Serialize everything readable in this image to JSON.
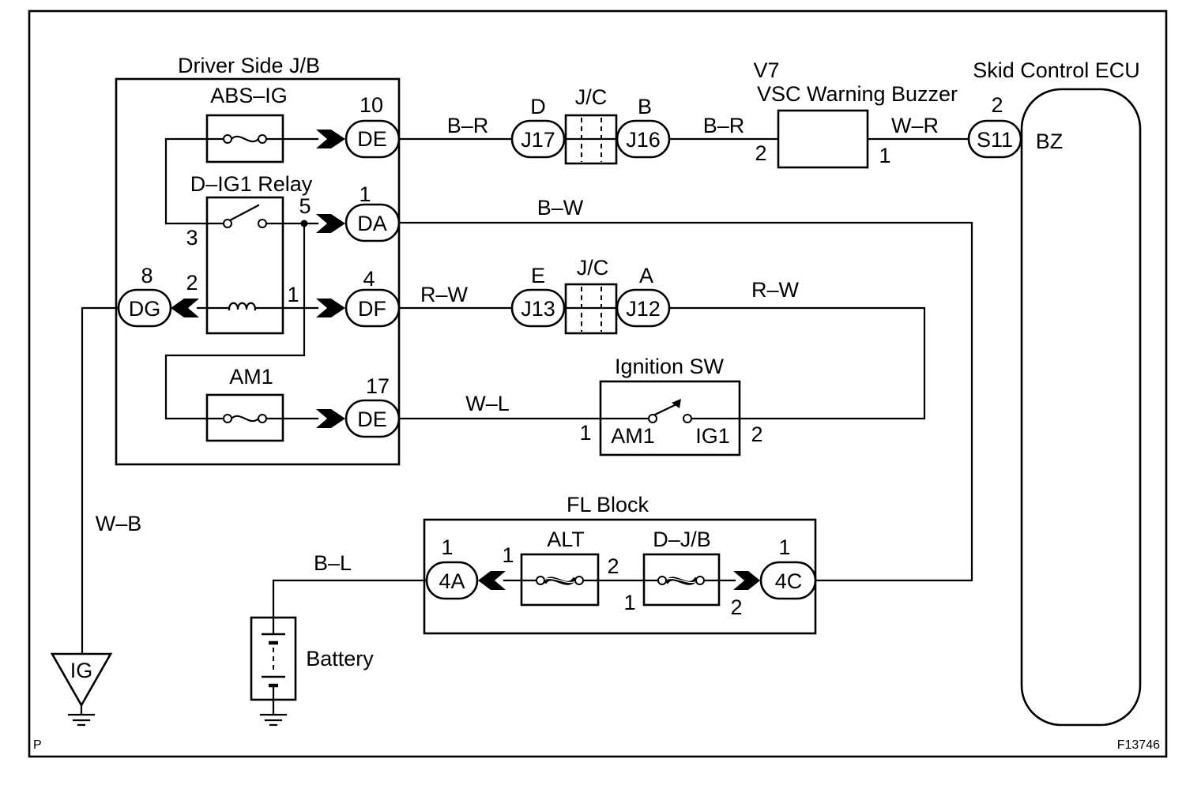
{
  "frame": {
    "corner_mark": "P",
    "figure_id": "F13746"
  },
  "driver_jb": {
    "title": "Driver Side J/B",
    "abs_ig_fuse": "ABS–IG",
    "am1_fuse": "AM1",
    "relay": {
      "label": "D–IG1 Relay",
      "pin_switch_in": "3",
      "pin_switch_out": "5",
      "pin_coil_ground": "2",
      "pin_coil_supply": "1"
    },
    "connectors": {
      "de_upper": {
        "name": "DE",
        "pin": "10"
      },
      "da": {
        "name": "DA",
        "pin": "1"
      },
      "df": {
        "name": "DF",
        "pin": "4"
      },
      "dg": {
        "name": "DG",
        "pin": "8"
      },
      "de_lower": {
        "name": "DE",
        "pin": "17"
      }
    }
  },
  "junction_upper": {
    "label": "J/C",
    "left": {
      "name": "J17",
      "pin": "D"
    },
    "right": {
      "name": "J16",
      "pin": "B"
    }
  },
  "junction_lower": {
    "label": "J/C",
    "left": {
      "name": "J13",
      "pin": "E"
    },
    "right": {
      "name": "J12",
      "pin": "A"
    }
  },
  "buzzer": {
    "code": "V7",
    "label": "VSC Warning Buzzer",
    "pin_in": "2",
    "pin_out": "1"
  },
  "ecu": {
    "label": "Skid Control ECU",
    "terminal": "BZ",
    "connector": {
      "name": "S11",
      "pin": "2"
    }
  },
  "ignition_sw": {
    "label": "Ignition SW",
    "terminal_in": "AM1",
    "terminal_out": "IG1",
    "pin_in": "1",
    "pin_out": "2"
  },
  "fl_block": {
    "label": "FL Block",
    "alt": {
      "label": "ALT",
      "pin_left": "1",
      "pin_right": "2"
    },
    "djb": {
      "label": "D–J/B",
      "pin_left": "1",
      "pin_right": "2"
    },
    "connector_4a": {
      "name": "4A",
      "pin": "1"
    },
    "connector_4c": {
      "name": "4C",
      "pin": "1"
    }
  },
  "ground_source": {
    "label": "IG"
  },
  "battery": {
    "label": "Battery"
  },
  "wire_colors": {
    "de_to_j17": "B–R",
    "j16_to_buzzer": "B–R",
    "buzzer_to_ecu": "W–R",
    "da_to_4c": "B–W",
    "df_to_j13": "R–W",
    "j12_to_ignition": "R–W",
    "de_to_ignition": "W–L",
    "dg_to_ig": "W–B",
    "battery_to_4a": "B–L"
  }
}
